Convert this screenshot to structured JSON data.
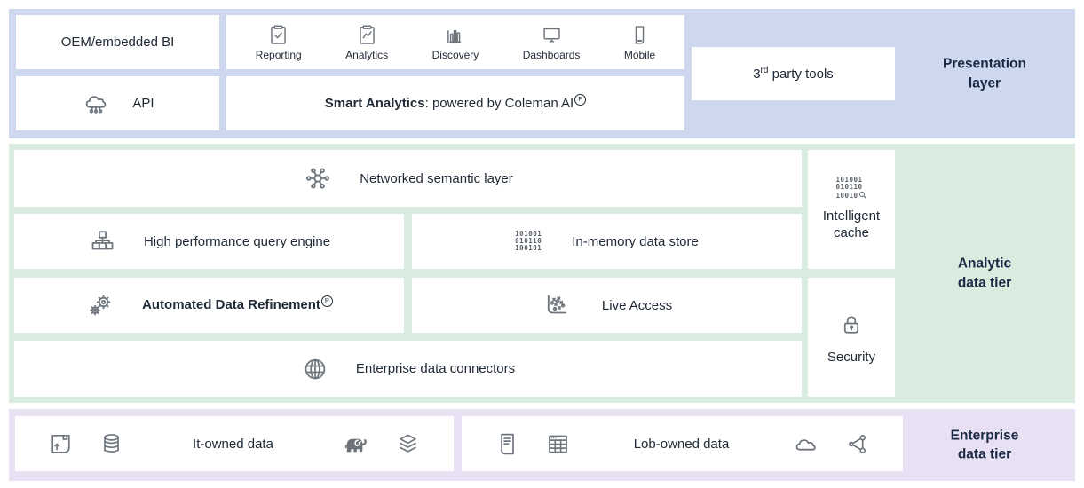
{
  "colors": {
    "presentation_bg": "#cdd7ee",
    "analytic_bg": "#d9ecdf",
    "enterprise_bg": "#e8e1f4",
    "box_bg": "#ffffff",
    "text": "#212b38",
    "band_label_text": "#1b2a44",
    "icon_stroke": "#6e757d"
  },
  "presentation": {
    "label_line1": "Presentation",
    "label_line2": "layer",
    "oem_label": "OEM/embedded BI",
    "api_label": "API",
    "tools": [
      "Reporting",
      "Analytics",
      "Discovery",
      "Dashboards",
      "Mobile"
    ],
    "smart_bold": "Smart Analytics",
    "smart_rest": ": powered by Coleman AI",
    "smart_mark": "P",
    "third_party_num": "3",
    "third_party_sup": "rd",
    "third_party_rest": " party tools"
  },
  "analytic": {
    "label_line1": "Analytic",
    "label_line2": "data tier",
    "networked_label": "Networked semantic layer",
    "query_engine_label": "High performance query engine",
    "in_memory_label": "In-memory data store",
    "adr_label": "Automated Data Refinement",
    "adr_mark": "P",
    "live_access_label": "Live Access",
    "connectors_label": "Enterprise data connectors",
    "cache_line1": "Intelligent",
    "cache_line2": "cache",
    "security_label": "Security",
    "binary_rows": [
      "101001",
      "010110",
      "100101"
    ],
    "cache_binary_rows": [
      "101001",
      "010110",
      "10010"
    ]
  },
  "enterprise": {
    "label_line1": "Enterprise",
    "label_line2": "data tier",
    "it_owned_label": "It-owned data",
    "lob_owned_label": "Lob-owned data"
  }
}
